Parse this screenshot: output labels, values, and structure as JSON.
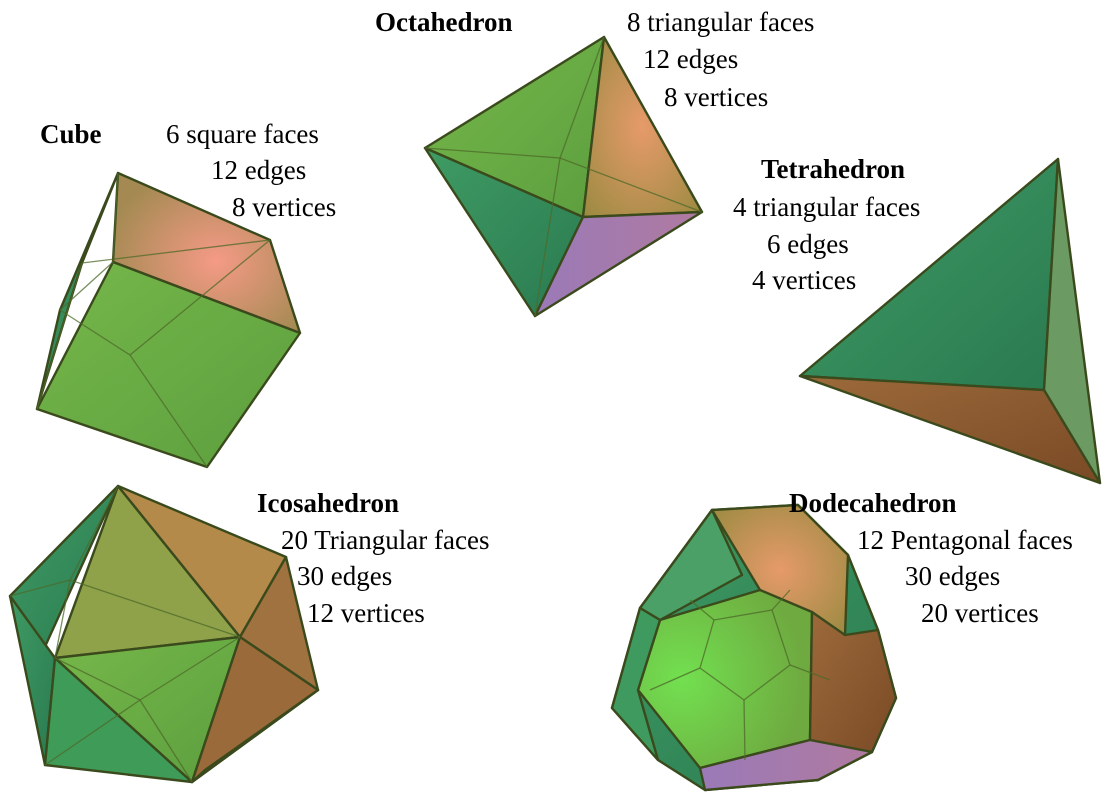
{
  "solids": {
    "cube": {
      "name": "Cube",
      "faces": "6 square faces",
      "edges": "12 edges",
      "vertices": "8 vertices"
    },
    "octahedron": {
      "name": "Octahedron",
      "faces": "8 triangular faces",
      "edges": "12 edges",
      "vertices": "8 vertices"
    },
    "tetrahedron": {
      "name": "Tetrahedron",
      "faces": "4 triangular faces",
      "edges": "6 edges",
      "vertices": "4 vertices"
    },
    "icosahedron": {
      "name": "Icosahedron",
      "faces": "20 Triangular faces",
      "edges": "30 edges",
      "vertices": "12 vertices"
    },
    "dodecahedron": {
      "name": "Dodecahedron",
      "faces": "12 Pentagonal faces",
      "edges": "30 edges",
      "vertices": "20 vertices"
    }
  },
  "colors": {
    "face_green": "#5cae44",
    "face_dark_green": "#2f8a55",
    "face_orange": "#c8844a",
    "face_brown": "#8a5a2e",
    "face_pink": "#b06aa0",
    "edge": "#3b4a1c"
  }
}
